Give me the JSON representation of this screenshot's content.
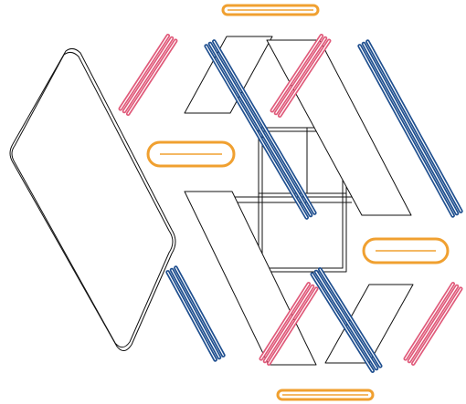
{
  "diagram": {
    "colors": {
      "background": "#ffffff",
      "outline": "#111111",
      "blue_rail": "#1f4f8f",
      "pink_rail": "#e05a7a",
      "orange_bar": "#f0a030"
    },
    "parts": [
      "rounded-panel",
      "frame-box",
      "plate-top-left",
      "plate-top-right",
      "plate-bottom-left",
      "plate-bottom-right",
      "blue-rails",
      "pink-rails",
      "orange-bars"
    ]
  }
}
